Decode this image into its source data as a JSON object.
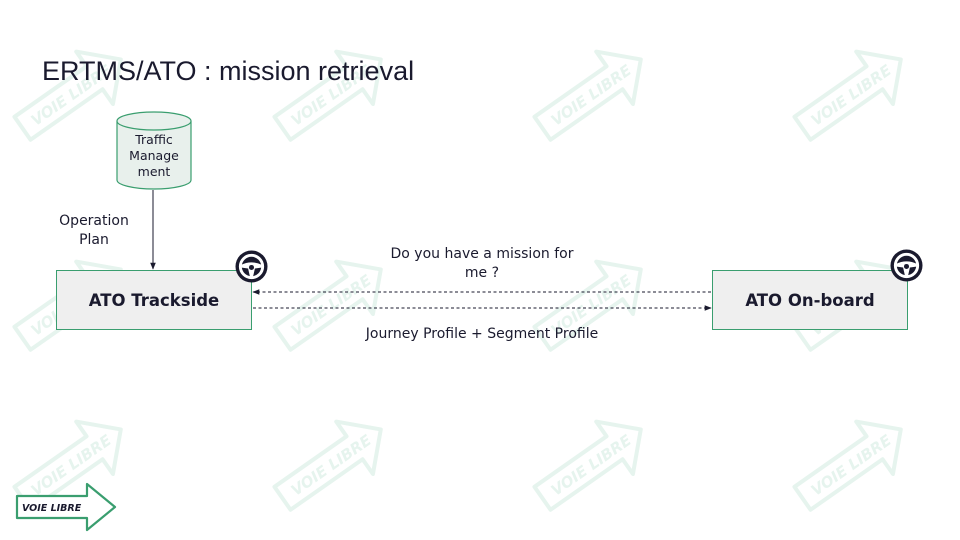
{
  "slide": {
    "title": "ERTMS/ATO : mission retrieval"
  },
  "diagram": {
    "database_label_lines": [
      "Traffic",
      "Manage",
      "ment"
    ],
    "operation_plan_lines": [
      "Operation",
      "Plan"
    ],
    "trackside_label": "ATO Trackside",
    "onboard_label": "ATO On-board",
    "request_lines": [
      "Do you have a mission for",
      "me ?"
    ],
    "response_label": "Journey Profile + Segment Profile",
    "icon": "steering-wheel-icon"
  },
  "branding": {
    "logo_text": "VOIE LIBRE",
    "watermark_text": "VOIE LIBRE"
  },
  "colors": {
    "accent_green": "#3a9e6f",
    "box_fill": "#efefef",
    "db_fill": "#e8f0ec",
    "ink": "#1a1a2e",
    "watermark": "#e6f4ee"
  }
}
